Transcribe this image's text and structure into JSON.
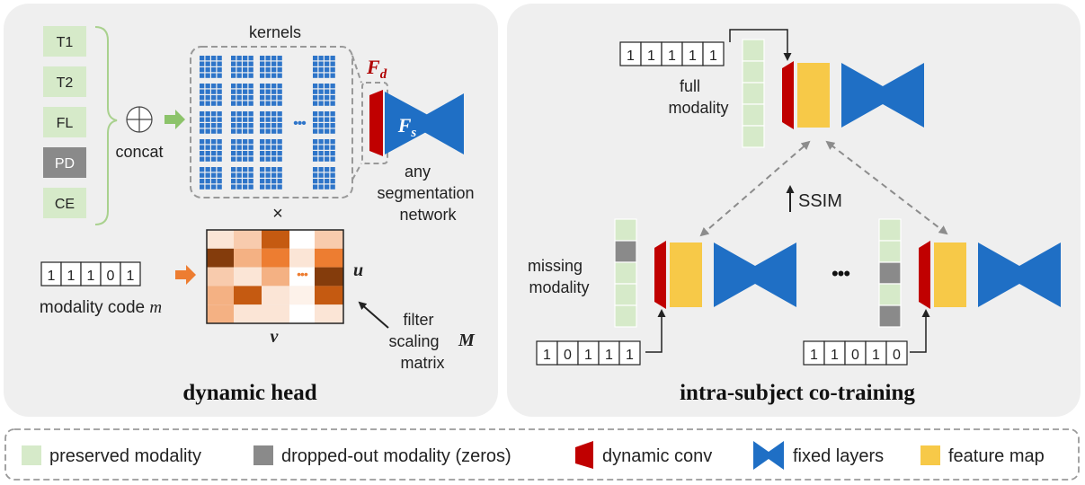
{
  "left_panel": {
    "title": "dynamic head",
    "modalities": [
      "T1",
      "T2",
      "FL",
      "PD",
      "CE"
    ],
    "modality_dropped": [
      false,
      false,
      false,
      true,
      false
    ],
    "concat_label": "concat",
    "kernels_label": "kernels",
    "kernel_ellipsis": "•••",
    "fd_label": "F",
    "fd_sub": "d",
    "fs_label": "F",
    "fs_sub": "s",
    "network_label": [
      "any",
      "segmentation",
      "network"
    ],
    "times_label": "×",
    "modality_code": [
      "1",
      "1",
      "1",
      "0",
      "1"
    ],
    "modality_code_label": "modality code",
    "modality_code_symbol": "m",
    "matrix_u": "u",
    "matrix_v": "v",
    "matrix_ellipsis": "•••",
    "filter_label": [
      "filter",
      "scaling",
      "matrix"
    ],
    "filter_symbol": "M"
  },
  "right_panel": {
    "title": "intra-subject co-training",
    "full_code": [
      "1",
      "1",
      "1",
      "1",
      "1"
    ],
    "full_label": [
      "full",
      "modality"
    ],
    "missing_label": [
      "missing",
      "modality"
    ],
    "missing_code_1": [
      "1",
      "0",
      "1",
      "1",
      "1"
    ],
    "missing_code_2": [
      "1",
      "1",
      "0",
      "1",
      "0"
    ],
    "ssim_label": "SSIM",
    "ellipsis": "•••"
  },
  "legend": [
    {
      "label": "preserved modality",
      "icon": "preserved-modality-swatch"
    },
    {
      "label": "dropped-out modality (zeros)",
      "icon": "dropped-modality-swatch"
    },
    {
      "label": "dynamic conv",
      "icon": "dynamic-conv-icon"
    },
    {
      "label": "fixed layers",
      "icon": "fixed-layers-icon"
    },
    {
      "label": "feature map",
      "icon": "feature-map-swatch"
    }
  ],
  "colors": {
    "panel_bg": "#efefef",
    "preserved": "#d6eac9",
    "dropped": "#8a8a8a",
    "dynamic_conv": "#c00000",
    "fixed_layers": "#1f6fc5",
    "feature_map": "#f7c948",
    "kernel_blue": "#2e75c9",
    "arrow_green": "#8cc36a",
    "arrow_orange": "#ed7d31",
    "fd_red": "#b00000"
  },
  "heatmap": [
    [
      "#fbe5d6",
      "#f8cbad",
      "#c55a11",
      "#ffffff",
      "#f8cbad"
    ],
    [
      "#843c0c",
      "#f4b183",
      "#ed7d31",
      "#fbe5d6",
      "#ed7d31"
    ],
    [
      "#f8cbad",
      "#fbe5d6",
      "#f4b183",
      "#ffffff",
      "#843c0c"
    ],
    [
      "#f4b183",
      "#c55a11",
      "#fbe5d6",
      "#fdf2ea",
      "#c55a11"
    ],
    [
      "#f4b183",
      "#fbe5d6",
      "#fbe5d6",
      "#ffffff",
      "#fbe5d6"
    ]
  ]
}
